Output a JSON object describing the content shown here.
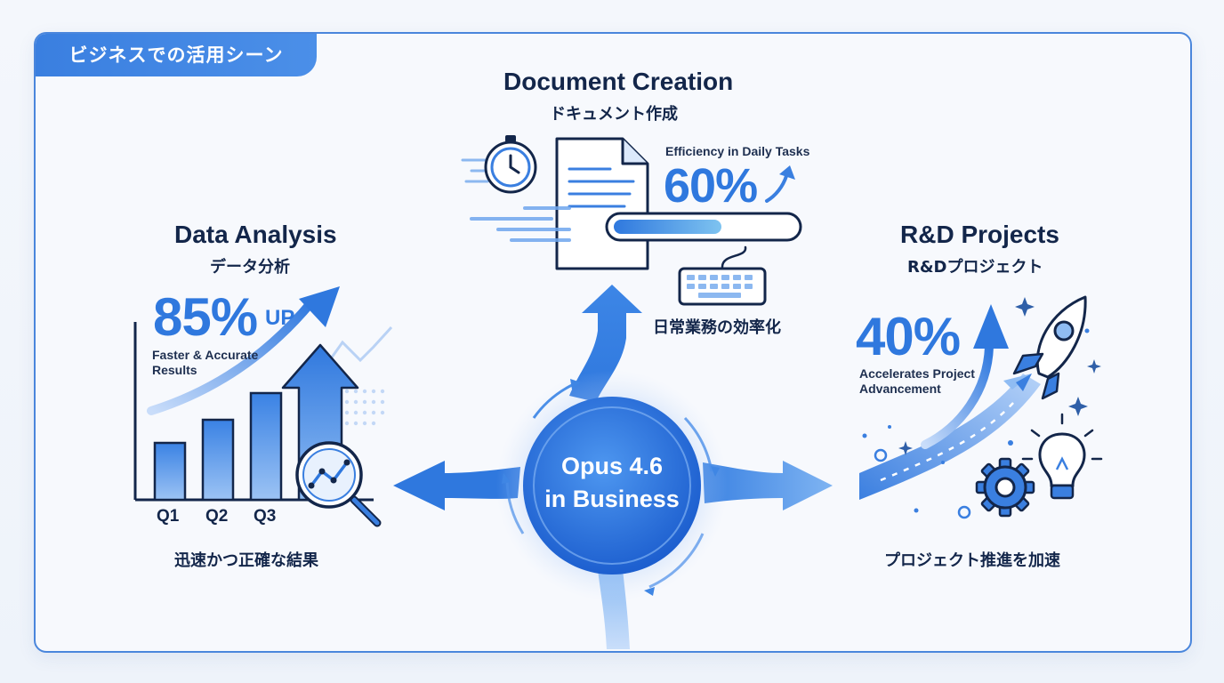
{
  "badge": {
    "label": "ビジネスでの活用シーン"
  },
  "center": {
    "line1": "Opus 4.6",
    "line2": "in Business"
  },
  "document_creation": {
    "title": "Document Creation",
    "title_jp": "ドキュメント作成",
    "metric_caption": "Efficiency in Daily Tasks",
    "metric": "60%",
    "progress": 0.6,
    "subtitle_jp": "日常業務の効率化"
  },
  "data_analysis": {
    "title": "Data Analysis",
    "title_jp": "データ分析",
    "metric": "85%",
    "metric_suffix": "UP",
    "caption_line1": "Faster & Accurate",
    "caption_line2": "Results",
    "quarters": [
      "Q1",
      "Q2",
      "Q3"
    ],
    "subtitle_jp": "迅速かつ正確な結果"
  },
  "rd_projects": {
    "title": "R&D Projects",
    "title_jp": "R&Dプロジェクト",
    "metric": "40%",
    "caption_line1": "Accelerates Project",
    "caption_line2": "Advancement",
    "subtitle_jp": "プロジェクト推進を加速"
  },
  "colors": {
    "accent": "#2f78de",
    "dark_text": "#13264a",
    "frame": "#4a86dc"
  },
  "icons": [
    "stopwatch-icon",
    "document-icon",
    "keyboard-icon",
    "magnifier-icon",
    "rocket-icon",
    "gear-icon",
    "lightbulb-icon",
    "sparkle-icon"
  ]
}
